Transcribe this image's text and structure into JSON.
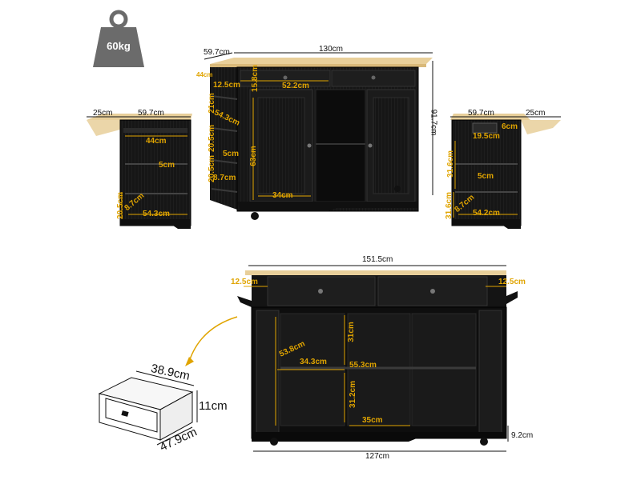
{
  "weight": {
    "label": "60kg",
    "icon": "weight-icon"
  },
  "colors": {
    "cabinet": "#141414",
    "wood_top": "#e8cf9a",
    "dimension_accent": "#e0a400",
    "text": "#111111"
  },
  "front_view": {
    "width_label": "130cm",
    "depth_label": "59.7cm",
    "height_label": "91.7cm",
    "top_small_label": "44cm",
    "side_shelf_width": "12.5cm",
    "drawer_width": "52.2cm",
    "drawer_height": "15.8cm",
    "side_shelf_heights": [
      "21cm",
      "20.5cm",
      "20.5cm"
    ],
    "side_shelf_depth": "54.3cm",
    "side_shelf_gap": "5cm",
    "side_bottom_depth": "8.7cm",
    "cabinet_height": "63cm",
    "cabinet_width": "34cm"
  },
  "left_side_view": {
    "leaf_width": "25cm",
    "depth_label": "59.7cm",
    "towel_bar": "44cm",
    "shelf_gap": "5cm",
    "shelf_height": "20.5cm",
    "shelf_depth_small": "8.7cm",
    "shelf_depth": "54.3cm"
  },
  "right_side_view": {
    "depth_label": "59.7cm",
    "leaf_width": "25cm",
    "outlet_height": "6cm",
    "outlet_width": "19.5cm",
    "shelf_height_upper": "31.6cm",
    "shelf_gap": "5cm",
    "shelf_height_lower": "31.6cm",
    "shelf_depth_small": "8.7cm",
    "shelf_depth": "54.2cm"
  },
  "open_view": {
    "total_width": "151.5cm",
    "leaf_left": "12.5cm",
    "leaf_right": "12.5cm",
    "inner_height_upper": "31cm",
    "inner_depth": "53.8cm",
    "inner_width_left": "34.3cm",
    "inner_width_center": "55.3cm",
    "inner_height_lower": "31.2cm",
    "inner_width_bottom": "35cm",
    "leg_height": "9.2cm",
    "base_width": "127cm"
  },
  "drawer_detail": {
    "width": "38.9cm",
    "height": "11cm",
    "depth": "47.9cm"
  }
}
